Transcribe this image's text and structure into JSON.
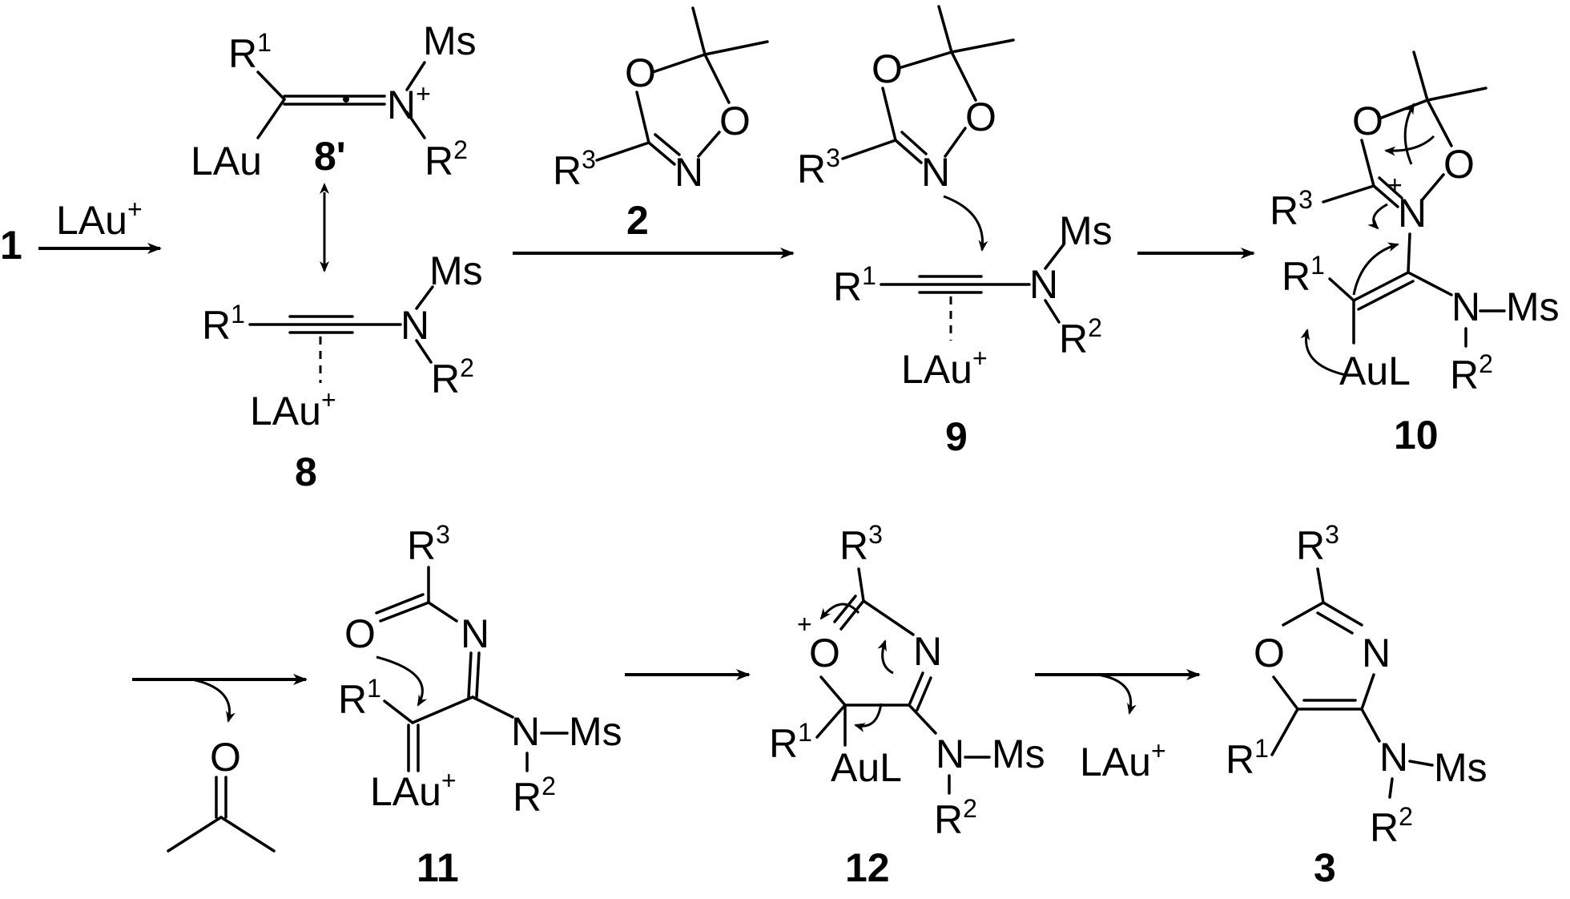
{
  "labels": {
    "n1": "1",
    "n2": "2",
    "n3": "3",
    "n8": "8",
    "n8p": "8'",
    "n9": "9",
    "n10": "10",
    "n11": "11",
    "n12": "12"
  },
  "reagents": {
    "lau_plus": "LAu",
    "plus": "+"
  },
  "atoms": {
    "R": "R",
    "N": "N",
    "O": "O",
    "Ms": "Ms",
    "LAu": "LAu",
    "AuL": "AuL",
    "sup1": "1",
    "sup2": "2",
    "sup3": "3",
    "plus": "+"
  }
}
